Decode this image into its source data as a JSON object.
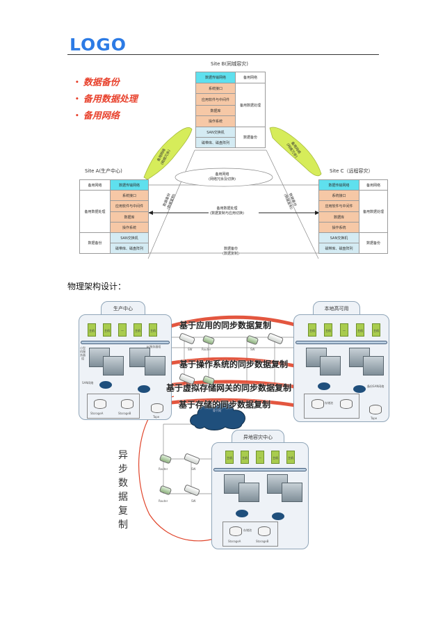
{
  "header": {
    "logo_text": "LOGO"
  },
  "bullets": [
    "数据备份",
    "备用数据处理",
    "备用网络"
  ],
  "bullet_marker": "•",
  "site_b": {
    "title": "Site B(同城容灾)",
    "left_cells": [
      "数据传输网络",
      "系统接口",
      "应用软件与中间件",
      "数据库",
      "操作系统",
      "SAN交换机",
      "磁带库、磁盘阵列"
    ],
    "right_cells": [
      "备用网络",
      "备用数据处理",
      "数据备份"
    ]
  },
  "site_a": {
    "title": "Site A(生产中心)",
    "left_cells": [
      "备用网络",
      "备用数据处理",
      "数据备份"
    ],
    "right_cells": [
      "数据传输网络",
      "系统接口",
      "应用软件与中间件",
      "数据库",
      "操作系统",
      "SAN交换机",
      "磁带库、磁盘阵列"
    ]
  },
  "site_c": {
    "title": "Site C（远程容灾）",
    "left_cells": [
      "数据传输网络",
      "系统接口",
      "应用软件与中间件",
      "数据库",
      "操作系统",
      "SAN交换机",
      "磁带库、磁盘阵列"
    ],
    "right_cells": [
      "备用网络",
      "备用数据处理",
      "数据备份"
    ]
  },
  "links": {
    "left_cloud": [
      "备用网络",
      "(网络冗余)"
    ],
    "right_cloud": [
      "备用网络",
      "(网络冗余)"
    ],
    "center_cloud": [
      "备用网络",
      "(网络冗余及切换)"
    ],
    "left_diag": [
      "数据备份",
      "(数据复制)"
    ],
    "right_diag": [
      "数据备份",
      "(数据复制)"
    ],
    "middle_arrow": [
      "备用数据处理",
      "(数据复制与应用切换)"
    ],
    "bottom_line": [
      "数据备份",
      "(数据复制)"
    ]
  },
  "section_heading": "物理架构设计：",
  "physical": {
    "dc_production": "生产中心",
    "dc_local_ha": "本地高可用",
    "dc_remote": "异地容灾中心",
    "green_labels": [
      "主机",
      "主机",
      "—",
      "主机",
      "主机"
    ],
    "server_group_left": "小型机服务器组",
    "server_group_right": "pc服务器组",
    "san_switch": "SAN网络",
    "backup_san": "备份SAN网络",
    "storage_label": "存储池",
    "storage_a": "StorageA",
    "storage_b": "StorageB",
    "tape": "Tape",
    "switch_label": "SW",
    "router_label": "Router",
    "wan_cloud": "骨干网",
    "sync_replication": [
      "基于应用的同步数据复制",
      "基于操作系统的同步数据复制",
      "基于虚拟存储网关的同步数据复制",
      "基于存储的同步数据复制"
    ],
    "async_replication": [
      "异",
      "步",
      "数",
      "据",
      "复",
      "制"
    ]
  },
  "colors": {
    "logo": "#2c7be5",
    "bullet": "#e8412c",
    "cyan_cell": "#5fe0ee",
    "orange_cell": "#f6c8a6",
    "blue_cell": "#d4ebf3",
    "cloud_green": "#d6ec5a",
    "replication_arc": "#e0442a"
  }
}
